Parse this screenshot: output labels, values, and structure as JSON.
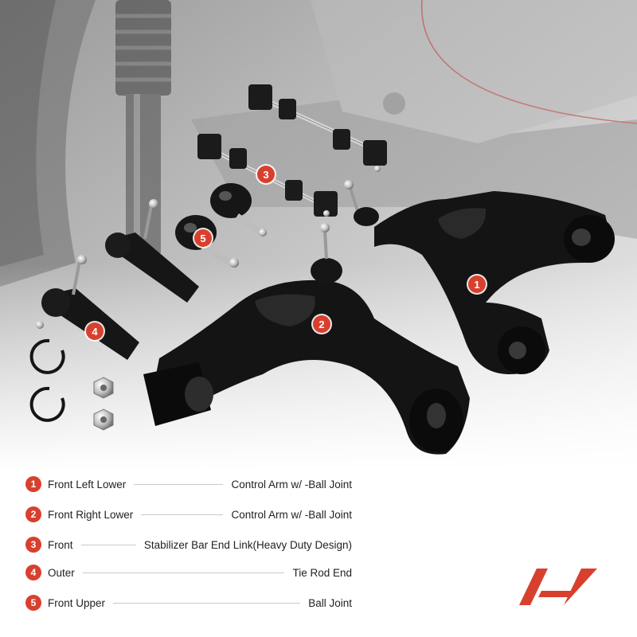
{
  "callouts": [
    "1",
    "2",
    "3",
    "4",
    "5"
  ],
  "parts": [
    {
      "num": "1",
      "left": "Front Left Lower",
      "right": "Control Arm w/ -Ball Joint"
    },
    {
      "num": "2",
      "left": "Front Right Lower",
      "right": "Control Arm w/ -Ball Joint"
    },
    {
      "num": "3",
      "left": "Front",
      "right": "Stabilizer Bar End Link(Heavy Duty Design)"
    },
    {
      "num": "4",
      "left": "Outer",
      "right": "Tie Rod End"
    },
    {
      "num": "5",
      "left": "Front Upper",
      "right": "Ball Joint"
    }
  ],
  "colors": {
    "accent": "#d8402e",
    "part": "#151515",
    "background_photo": "#b5b5b5"
  },
  "logo": {
    "icon": "a-premium-logo-icon"
  }
}
